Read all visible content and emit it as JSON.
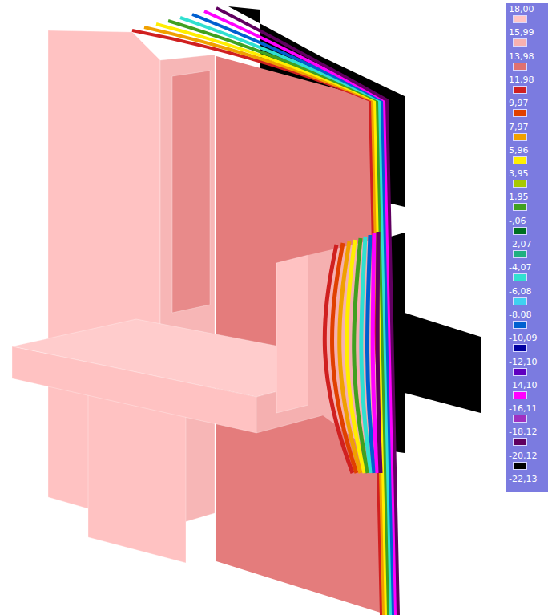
{
  "diagram": {
    "labels": [
      "-22,13"
    ],
    "legend": [
      {
        "text": "18,00",
        "color": "#ffc4c4"
      },
      {
        "text": "15,99",
        "color": "#f7b0b0"
      },
      {
        "text": "13,98",
        "color": "#e07070"
      },
      {
        "text": "11,98",
        "color": "#d02020"
      },
      {
        "text": "9,97",
        "color": "#e04000"
      },
      {
        "text": "7,97",
        "color": "#f0a000"
      },
      {
        "text": "5,96",
        "color": "#ffee00"
      },
      {
        "text": "3,95",
        "color": "#a8c800"
      },
      {
        "text": "1,95",
        "color": "#40a020"
      },
      {
        "text": "-,06",
        "color": "#007020"
      },
      {
        "text": "-2,07",
        "color": "#20b080"
      },
      {
        "text": "-4,07",
        "color": "#30e0d0"
      },
      {
        "text": "-6,08",
        "color": "#40d0f0"
      },
      {
        "text": "-8,08",
        "color": "#0060d0"
      },
      {
        "text": "-10,09",
        "color": "#0000a0"
      },
      {
        "text": "-12,10",
        "color": "#6000c0"
      },
      {
        "text": "-14,10",
        "color": "#ff00ff"
      },
      {
        "text": "-16,11",
        "color": "#a030c0"
      },
      {
        "text": "-18,12",
        "color": "#600060"
      },
      {
        "text": "-20,12",
        "color": "#000000"
      }
    ]
  }
}
